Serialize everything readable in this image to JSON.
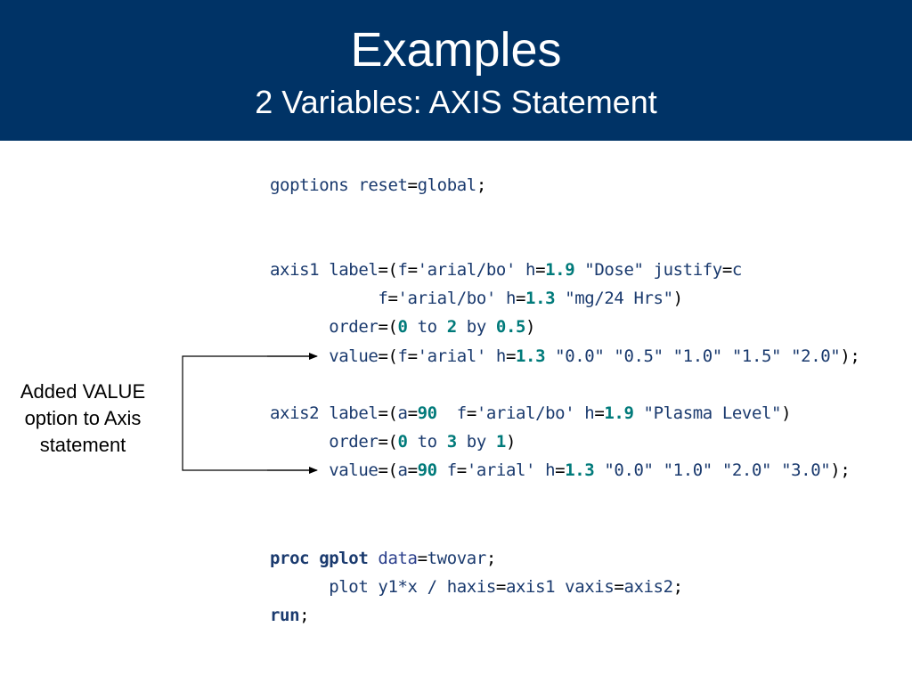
{
  "slide": {
    "title": "Examples",
    "subtitle": "2 Variables: AXIS Statement"
  },
  "callout": {
    "line1": "Added VALUE",
    "line2": "option to Axis",
    "line3": "statement"
  },
  "colors": {
    "header_bg": "#003366",
    "code_text": "#1a3a6e",
    "code_number": "#007a7a"
  },
  "code": {
    "l1": {
      "a": "goptions reset",
      "b": "=",
      "c": "global",
      "d": ";"
    },
    "l2": {
      "a": "axis1 label",
      "b": "=(",
      "c": "f",
      "d": "=",
      "e": "'arial/bo'",
      "f": " h",
      "g": "=",
      "h": "1.9",
      "i": " \"Dose\" justify",
      "j": "=",
      "k": "c"
    },
    "l3": {
      "a": "           f",
      "b": "=",
      "c": "'arial/bo'",
      "d": " h",
      "e": "=",
      "f": "1.3",
      "g": " \"mg/24 Hrs\"",
      "h": ")"
    },
    "l4": {
      "a": "      order",
      "b": "=(",
      "c": "0",
      "d": " to ",
      "e": "2",
      "f": " by ",
      "g": "0.5",
      "h": ")"
    },
    "l5": {
      "a": "      value",
      "b": "=(",
      "c": "f",
      "d": "=",
      "e": "'arial'",
      "f": " h",
      "g": "=",
      "h": "1.3",
      "i": " \"0.0\" \"0.5\" \"1.0\" \"1.5\" \"2.0\"",
      "j": ");"
    },
    "l6": {
      "a": "axis2 label",
      "b": "=(",
      "c": "a",
      "d": "=",
      "e": "90",
      "f": "  f",
      "g": "=",
      "h": "'arial/bo'",
      "i": " h",
      "j": "=",
      "k": "1.9",
      "l": " \"Plasma Level\"",
      "m": ")"
    },
    "l7": {
      "a": "      order",
      "b": "=(",
      "c": "0",
      "d": " to ",
      "e": "3",
      "f": " by ",
      "g": "1",
      "h": ")"
    },
    "l8": {
      "a": "      value",
      "b": "=(",
      "c": "a",
      "d": "=",
      "e": "90",
      "f": " f",
      "g": "=",
      "h": "'arial'",
      "i": " h",
      "j": "=",
      "k": "1.3",
      "l": " \"0.0\" \"1.0\" \"2.0\" \"3.0\"",
      "m": ");"
    },
    "l9": {
      "a": "proc gplot",
      "b": " data",
      "c": "=",
      "d": "twovar",
      "e": ";"
    },
    "l10": {
      "a": "      plot y1*x / haxis",
      "b": "=",
      "c": "axis1 vaxis",
      "d": "=",
      "e": "axis2",
      "f": ";"
    },
    "l11": {
      "a": "run",
      "b": ";"
    }
  }
}
